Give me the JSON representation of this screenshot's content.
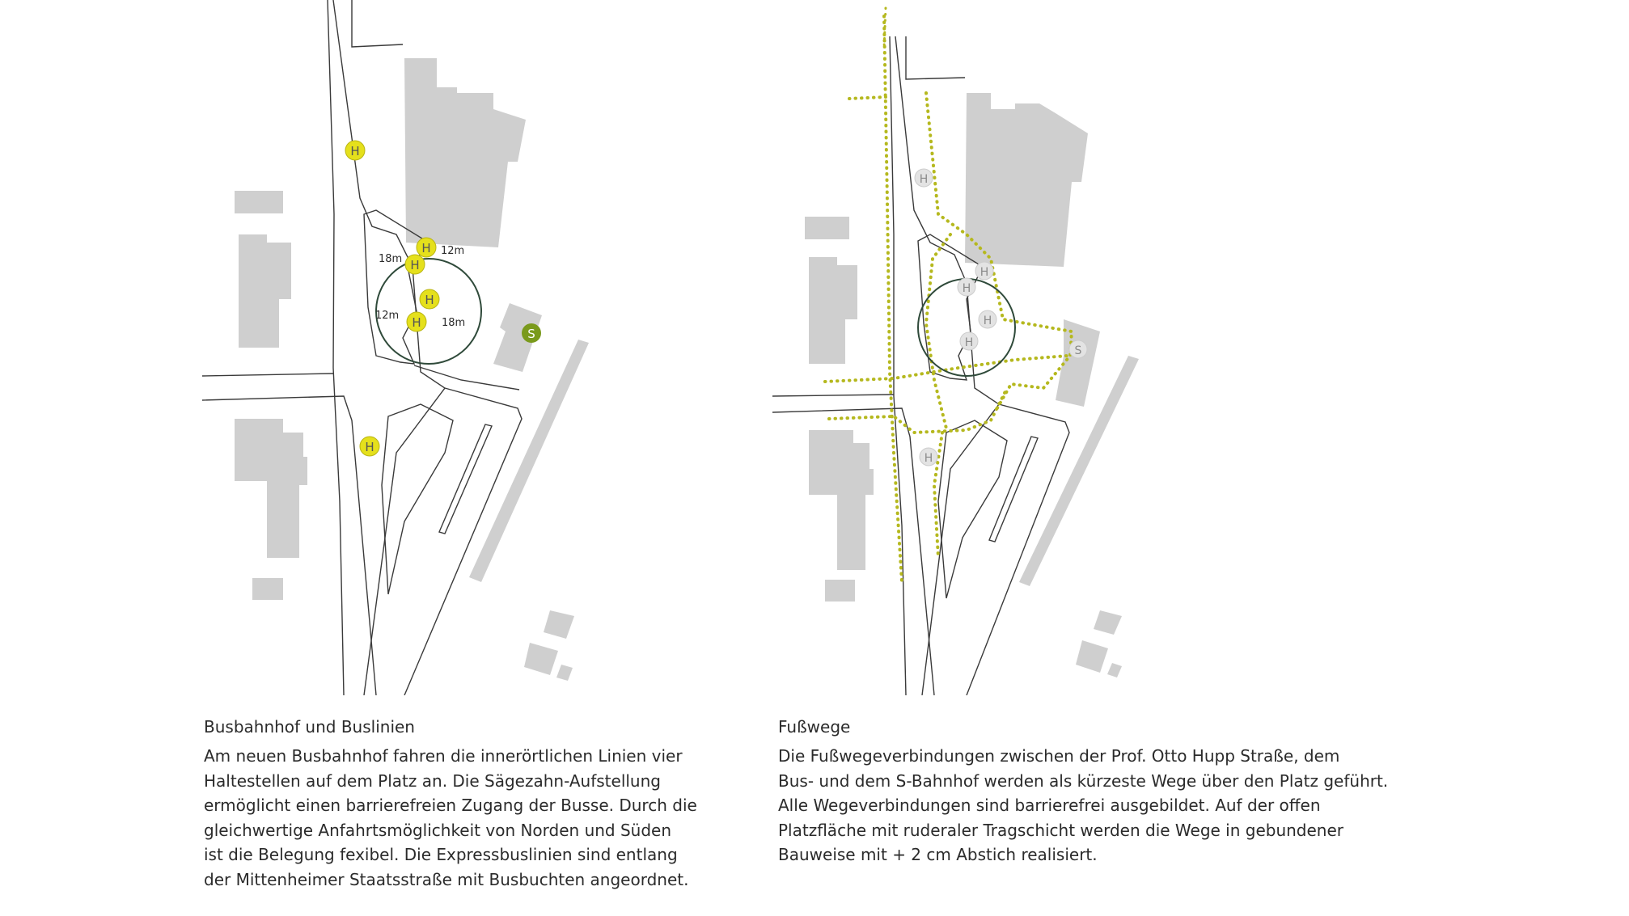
{
  "colors": {
    "building": "#cfcfcf",
    "road_line": "#3a3a3a",
    "stop_yellow": "#e5e01c",
    "stop_grey": "#e3e3e3",
    "sbahn_green": "#7a9a1c",
    "circle": "#2f4a3a",
    "footpath": "#b5b81e",
    "text": "#2b2b2b"
  },
  "left_map": {
    "bus_stop_symbol": "H",
    "sbahn_symbol": "S",
    "dimensions": [
      "18m",
      "12m",
      "12m",
      "18m"
    ]
  },
  "right_map": {
    "bus_stop_symbol": "H",
    "sbahn_symbol": "S"
  },
  "left_caption": {
    "title": "Busbahnhof und Buslinien",
    "lines": [
      "Am neuen Busbahnhof fahren die innerörtlichen Linien vier",
      "Haltestellen auf dem Platz an. Die Sägezahn-Aufstellung",
      "ermöglicht einen barrierefreien Zugang der Busse. Durch die",
      "gleichwertige Anfahrtsmöglichkeit von Norden und Süden",
      "ist die Belegung fexibel. Die Expressbuslinien sind entlang",
      "der Mittenheimer Staatsstraße mit Busbuchten angeordnet."
    ]
  },
  "right_caption": {
    "title": "Fußwege",
    "lines": [
      "Die Fußwegeverbindungen zwischen der Prof. Otto Hupp Straße, dem",
      "Bus- und dem S-Bahnhof werden als kürzeste Wege über den Platz geführt.",
      "Alle Wegeverbindungen sind barrierefrei ausgebildet. Auf der offen",
      "Platzfläche mit ruderaler Tragschicht werden die Wege in gebundener",
      "Bauweise mit + 2 cm Abstich realisiert."
    ]
  }
}
